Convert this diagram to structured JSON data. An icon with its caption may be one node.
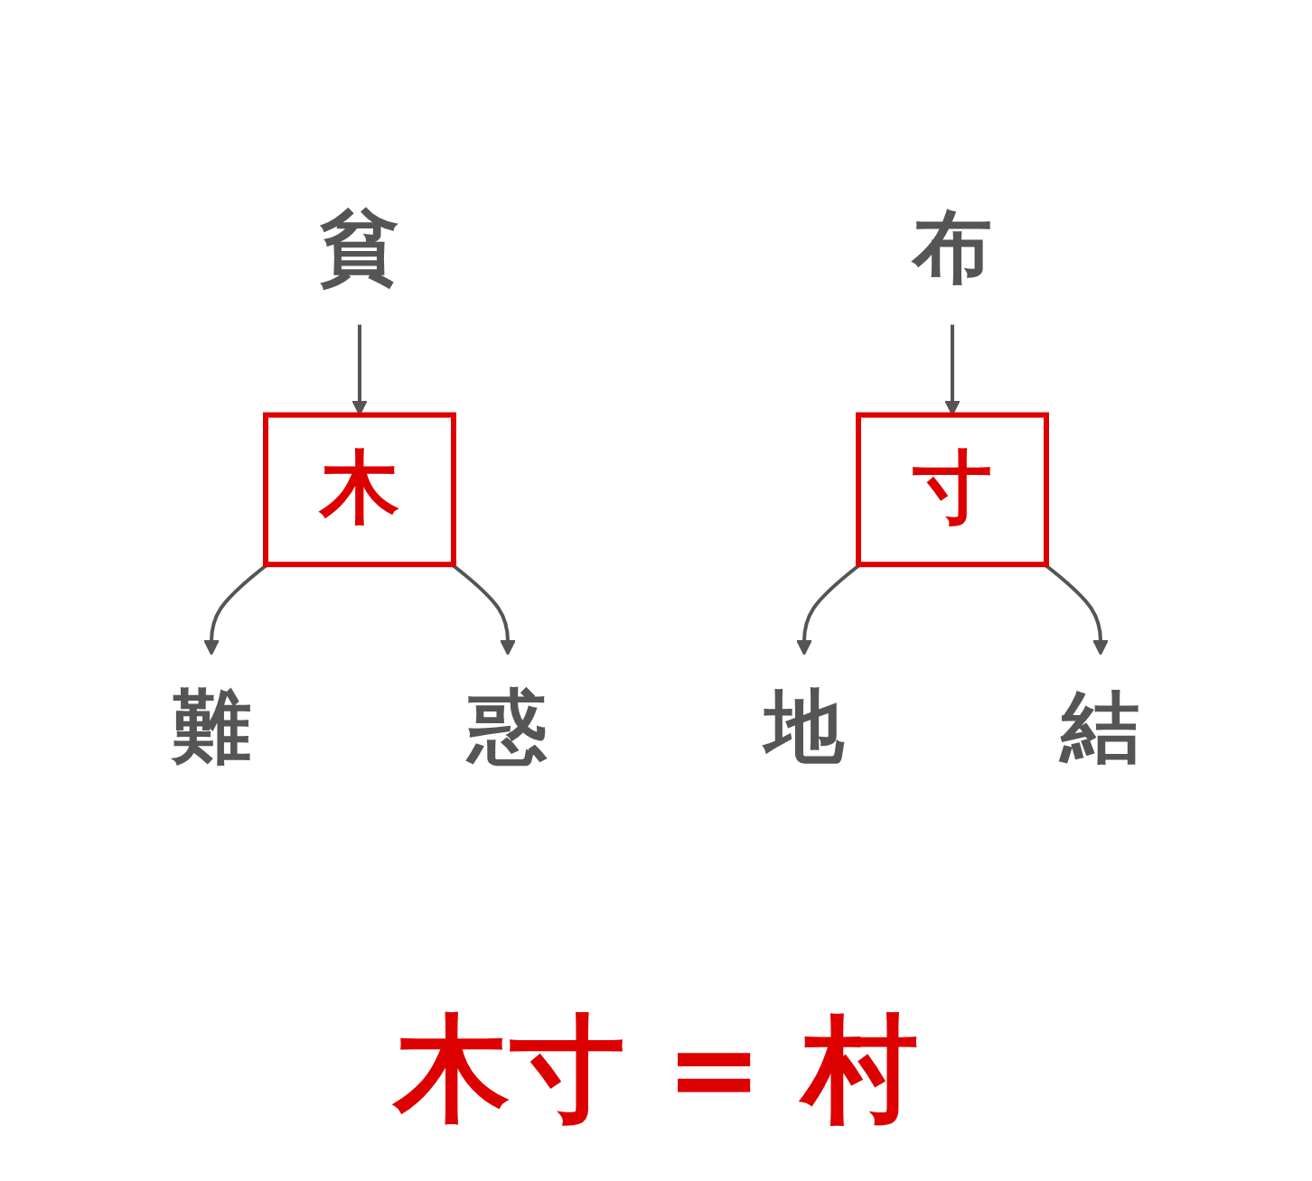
{
  "diagram": {
    "nodes": [
      {
        "text": [
          "貧"
        ]
      },
      {
        "text": [
          "布"
        ]
      },
      {
        "text": [
          "難"
        ]
      },
      {
        "text": [
          "木"
        ]
      },
      {
        "text": [
          "寸"
        ]
      },
      {
        "text": [
          "地"
        ]
      },
      {
        "text": [
          "惑"
        ]
      },
      {
        "text": [
          "結"
        ]
      }
    ],
    "edges": [
      {
        "from": 0,
        "to": 3,
        "arrow": "to"
      },
      {
        "from": 1,
        "to": 4,
        "arrow": "to"
      },
      {
        "from": 3,
        "to": 2,
        "arrow": "to"
      },
      {
        "from": 4,
        "to": 5,
        "arrow": "to"
      },
      {
        "from": 3,
        "to": 6,
        "arrow": "to"
      },
      {
        "from": 4,
        "to": 7,
        "arrow": "to"
      }
    ],
    "labels": [
      "木寸 = 村"
    ]
  }
}
